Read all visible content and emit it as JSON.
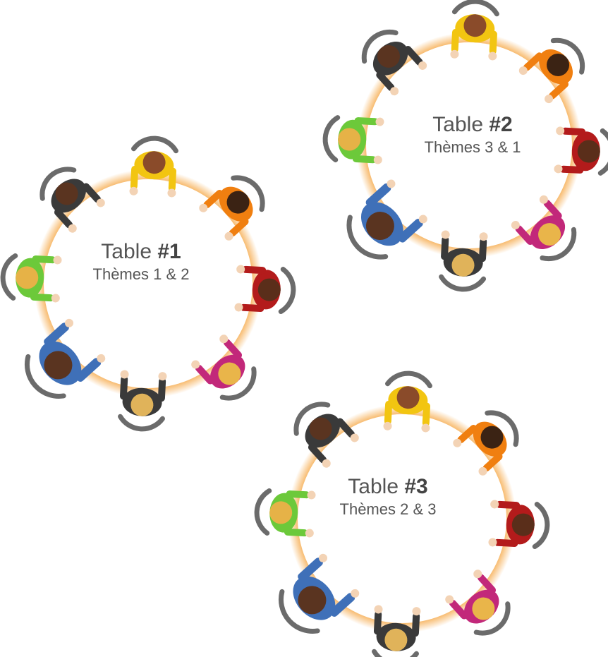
{
  "tables": [
    {
      "title_prefix": "Table",
      "number": "#1",
      "subtitle": "Thèmes 1 & 2"
    },
    {
      "title_prefix": "Table",
      "number": "#2",
      "subtitle": "Thèmes 3 & 1"
    },
    {
      "title_prefix": "Table",
      "number": "#3",
      "subtitle": "Thèmes 2 & 3"
    }
  ],
  "seat_colors": [
    "#f2c511",
    "#f07f10",
    "#b31b1b",
    "#c2287a",
    "#3a3a3a",
    "#3f70b8",
    "#6cc93a",
    "#3a3a3a"
  ],
  "skin_colors": [
    "#8a4b2a",
    "#3b2314",
    "#5a2e1a",
    "#e9b54a",
    "#e0b35a",
    "#5a3420",
    "#e6b247",
    "#5a3420"
  ],
  "chair_color": "#6b6b6b",
  "table_glow": "#f5a23a"
}
